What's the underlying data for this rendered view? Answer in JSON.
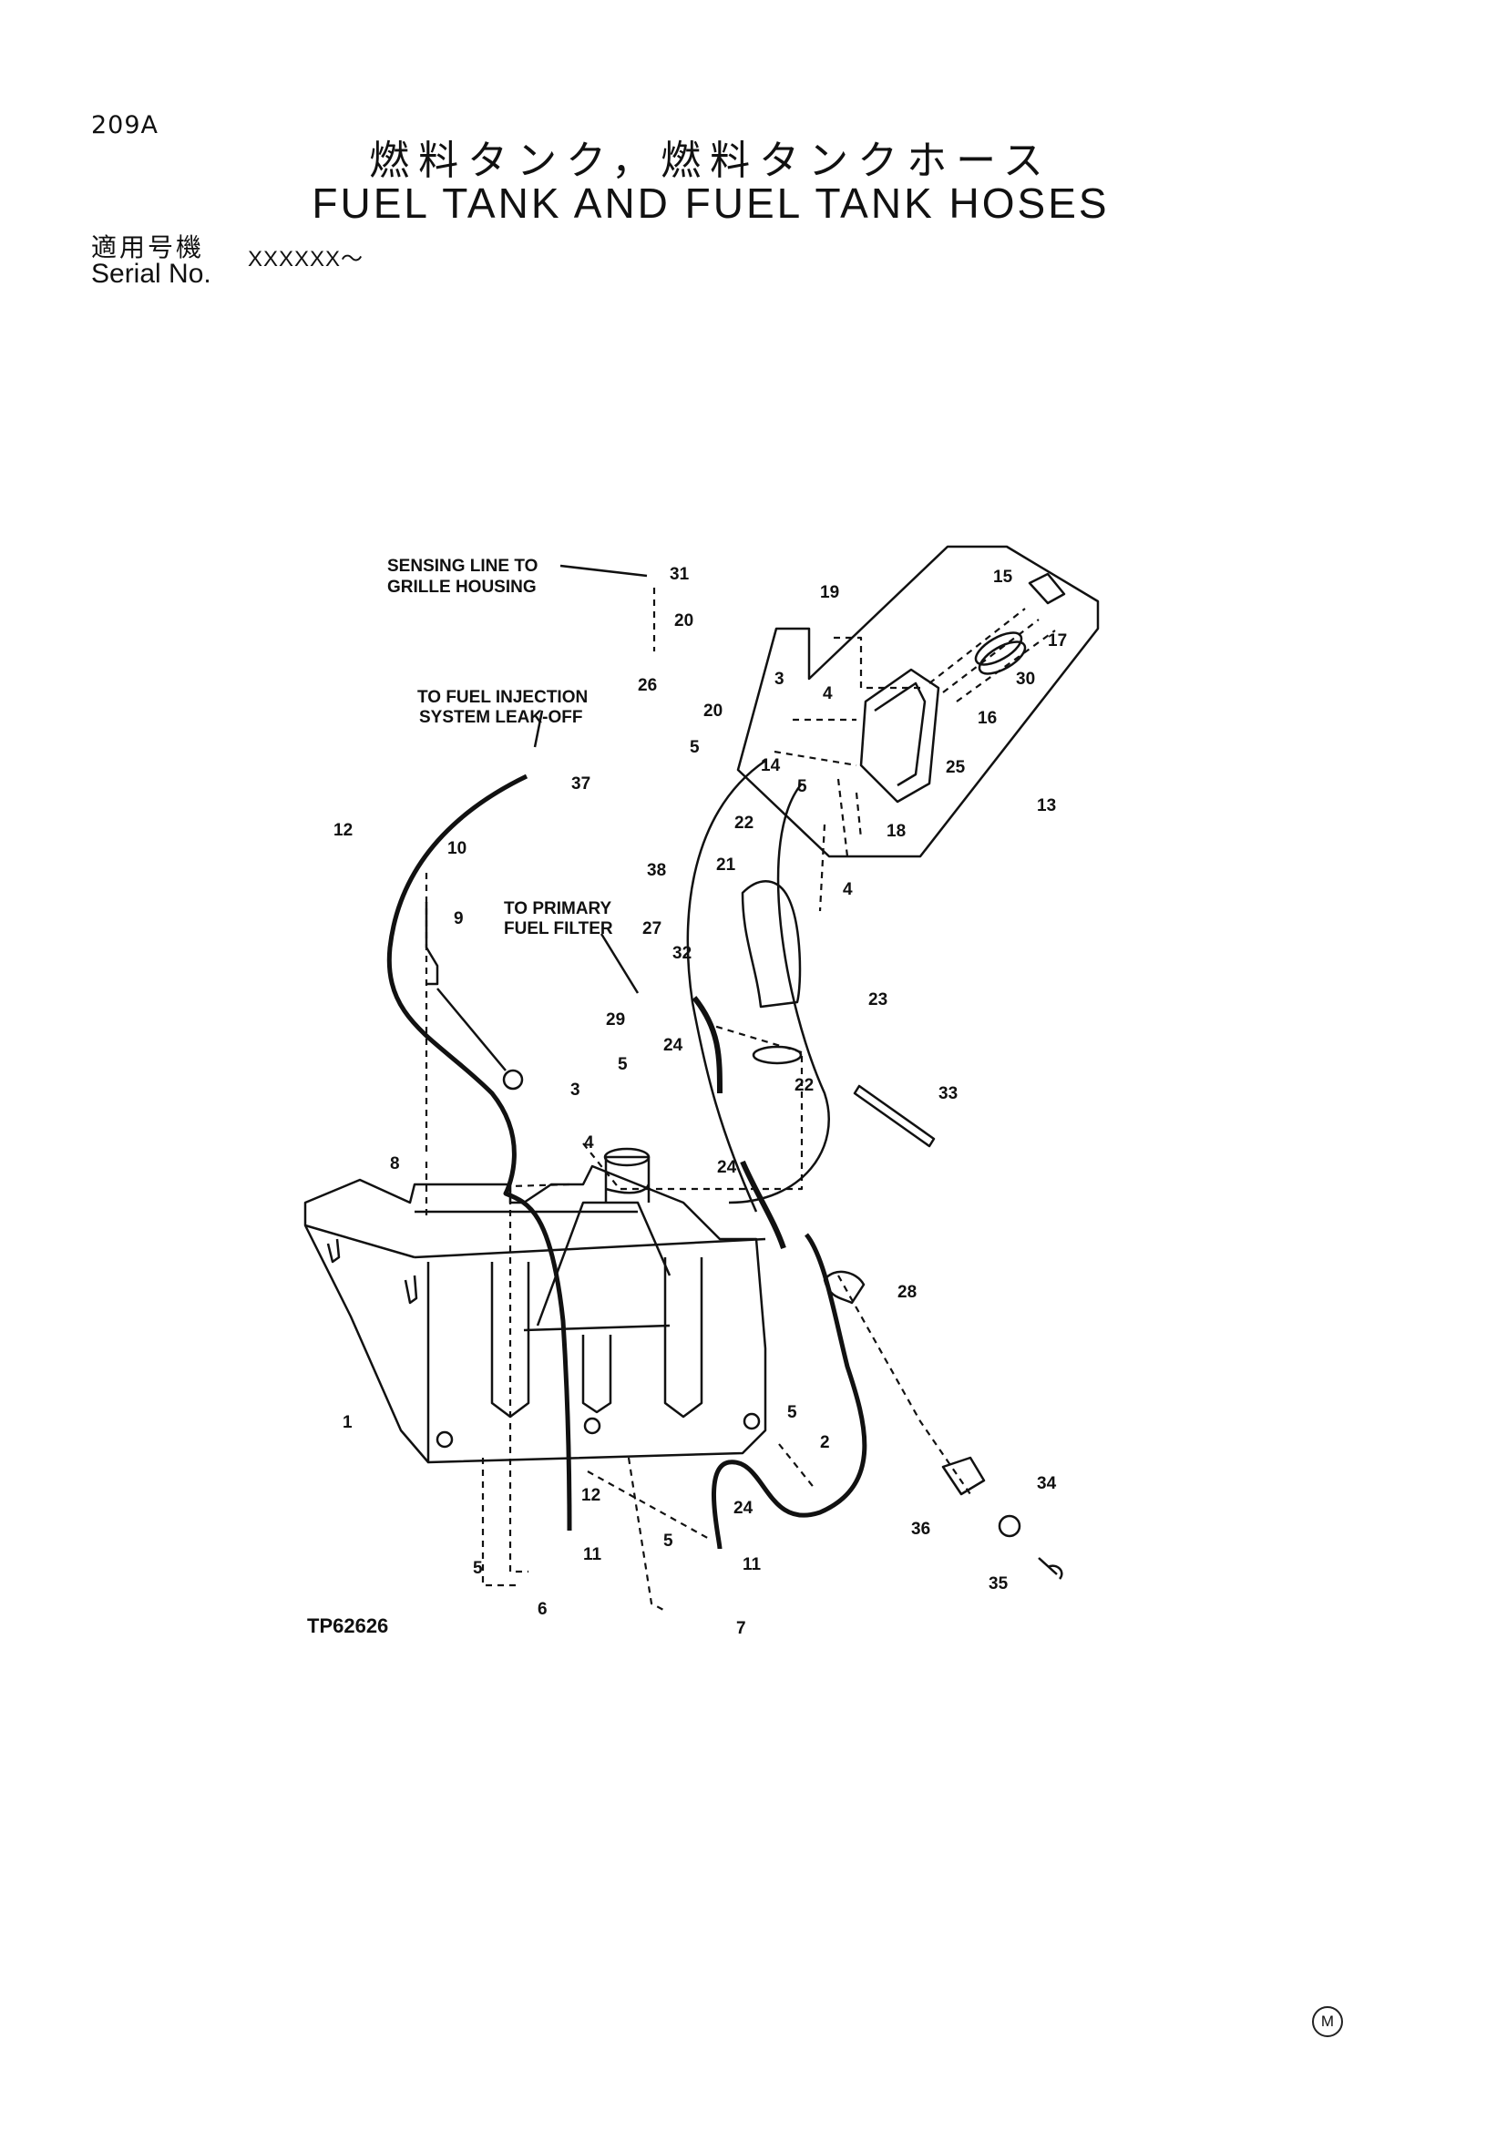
{
  "page": {
    "code": "209A",
    "title_jp": "燃料タンク，燃料タンクホース",
    "title_en": "FUEL TANK AND FUEL TANK HOSES",
    "serial_label_jp": "適用号機",
    "serial_label_en": "Serial No.",
    "serial_value": "XXXXXX～",
    "figure_ref": "TP62626",
    "corner_mark": "M"
  },
  "callouts": {
    "sensing_line": [
      "SENSING LINE TO",
      "GRILLE HOUSING"
    ],
    "fuel_injection": [
      "TO FUEL INJECTION",
      "SYSTEM LEAK-OFF"
    ],
    "primary_filter": [
      "TO PRIMARY",
      "FUEL FILTER"
    ]
  },
  "part_numbers": {
    "p1": "1",
    "p2": "2",
    "p3a": "3",
    "p3b": "3",
    "p4a": "4",
    "p4b": "4",
    "p4c": "4",
    "p5a": "5",
    "p5b": "5",
    "p5c": "5",
    "p5d": "5",
    "p5e": "5",
    "p5f": "5",
    "p6": "6",
    "p7": "7",
    "p8": "8",
    "p9": "9",
    "p10": "10",
    "p11a": "11",
    "p11b": "11",
    "p12a": "12",
    "p12b": "12",
    "p13": "13",
    "p14": "14",
    "p15": "15",
    "p16": "16",
    "p17": "17",
    "p18": "18",
    "p19": "19",
    "p20a": "20",
    "p20b": "20",
    "p21": "21",
    "p22a": "22",
    "p22b": "22",
    "p23": "23",
    "p24a": "24",
    "p24b": "24",
    "p24c": "24",
    "p25": "25",
    "p26": "26",
    "p27": "27",
    "p28": "28",
    "p29": "29",
    "p30": "30",
    "p31": "31",
    "p32": "32",
    "p33": "33",
    "p34": "34",
    "p35": "35",
    "p36": "36",
    "p37": "37",
    "p38": "38"
  }
}
